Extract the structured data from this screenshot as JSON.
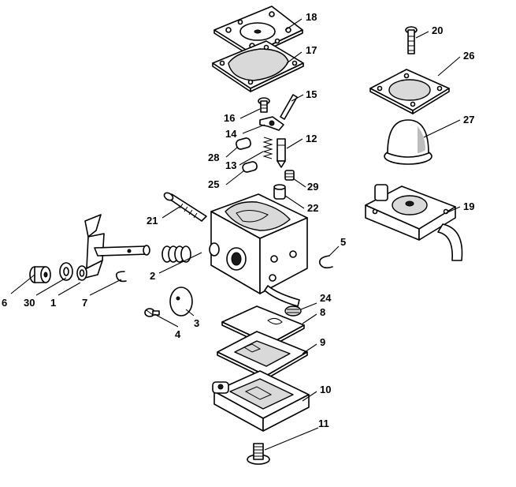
{
  "diagram": {
    "callouts": [
      {
        "id": "c18",
        "label": "18"
      },
      {
        "id": "c17",
        "label": "17"
      },
      {
        "id": "c16",
        "label": "16"
      },
      {
        "id": "c15",
        "label": "15"
      },
      {
        "id": "c14",
        "label": "14"
      },
      {
        "id": "c12",
        "label": "12"
      },
      {
        "id": "c28",
        "label": "28"
      },
      {
        "id": "c13",
        "label": "13"
      },
      {
        "id": "c25",
        "label": "25"
      },
      {
        "id": "c29",
        "label": "29"
      },
      {
        "id": "c22",
        "label": "22"
      },
      {
        "id": "c21",
        "label": "21"
      },
      {
        "id": "c20",
        "label": "20"
      },
      {
        "id": "c26",
        "label": "26"
      },
      {
        "id": "c27",
        "label": "27"
      },
      {
        "id": "c19",
        "label": "19"
      },
      {
        "id": "c5",
        "label": "5"
      },
      {
        "id": "c2",
        "label": "2"
      },
      {
        "id": "c6",
        "label": "6"
      },
      {
        "id": "c30",
        "label": "30"
      },
      {
        "id": "c1",
        "label": "1"
      },
      {
        "id": "c7",
        "label": "7"
      },
      {
        "id": "c24",
        "label": "24"
      },
      {
        "id": "c8",
        "label": "8"
      },
      {
        "id": "c3",
        "label": "3"
      },
      {
        "id": "c4",
        "label": "4"
      },
      {
        "id": "c9",
        "label": "9"
      },
      {
        "id": "c10",
        "label": "10"
      },
      {
        "id": "c11",
        "label": "11"
      }
    ]
  }
}
